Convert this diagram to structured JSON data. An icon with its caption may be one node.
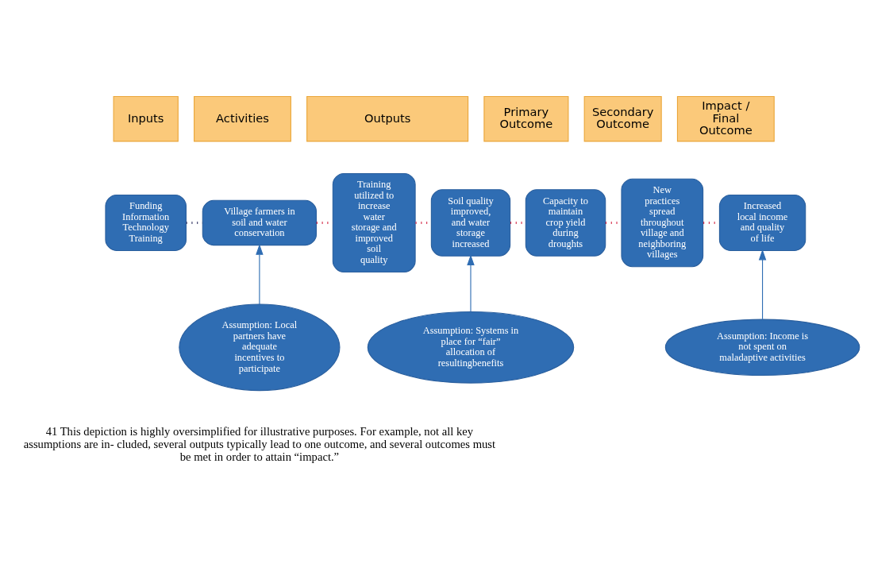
{
  "diagram": {
    "nodes": [
      {
        "text": [
          "Inputs"
        ]
      },
      {
        "text": [
          "Activities"
        ]
      },
      {
        "text": [
          "Outputs"
        ]
      },
      {
        "text": [
          "Primary Outcome"
        ]
      },
      {
        "text": [
          "Secondary Outcome"
        ]
      },
      {
        "text": [
          "Impact / Final Outcome"
        ]
      },
      {
        "text": [
          "Funding Information Technology Training"
        ]
      },
      {
        "text": [
          "Village farmers in soil and water conservation"
        ]
      },
      {
        "text": [
          "Training utilized to increase water storage and improved soil quality"
        ]
      },
      {
        "text": [
          "Soil quality improved, and water storage increased"
        ]
      },
      {
        "text": [
          "Capacity to maintain crop yield during droughts"
        ]
      },
      {
        "text": [
          "New practices spread throughout village and neighboring villages"
        ]
      },
      {
        "text": [
          "Increased local income and quality of life"
        ]
      },
      {
        "text": [
          "Assumption: Local partners have adequate incentives to participate"
        ]
      },
      {
        "text": [
          "Assumption: Systems in place for “fair” allocation of resultingbenefits"
        ]
      },
      {
        "text": [
          "Assumption: Income is not spent on maladaptive activities"
        ]
      }
    ],
    "edges": [
      {
        "from": 6,
        "to": 7,
        "arrow": "none",
        "style": "dashed",
        "color": "#3d3f6b"
      },
      {
        "from": 7,
        "to": 8,
        "arrow": "none",
        "style": "dashed"
      },
      {
        "from": 8,
        "to": 9,
        "arrow": "none",
        "style": "dashed"
      },
      {
        "from": 9,
        "to": 10,
        "arrow": "none",
        "style": "dashed"
      },
      {
        "from": 10,
        "to": 11,
        "arrow": "none",
        "style": "dashed"
      },
      {
        "from": 11,
        "to": 12,
        "arrow": "none",
        "style": "dashed"
      },
      {
        "from": 13,
        "to": 7,
        "arrow": "to",
        "color": "#2f6db3"
      },
      {
        "from": 14,
        "to": 9,
        "arrow": "to",
        "color": "#2f6db3"
      },
      {
        "from": 15,
        "to": 12,
        "arrow": "to",
        "color": "#2f6db3"
      }
    ],
    "labels": [
      "41 This depiction is highly oversimplified for illustrative purposes. For example, not all key assumptions are in- cluded, several outputs typically lead to one outcome, and several outcomes must be met in order to attain “impact.”"
    ]
  }
}
